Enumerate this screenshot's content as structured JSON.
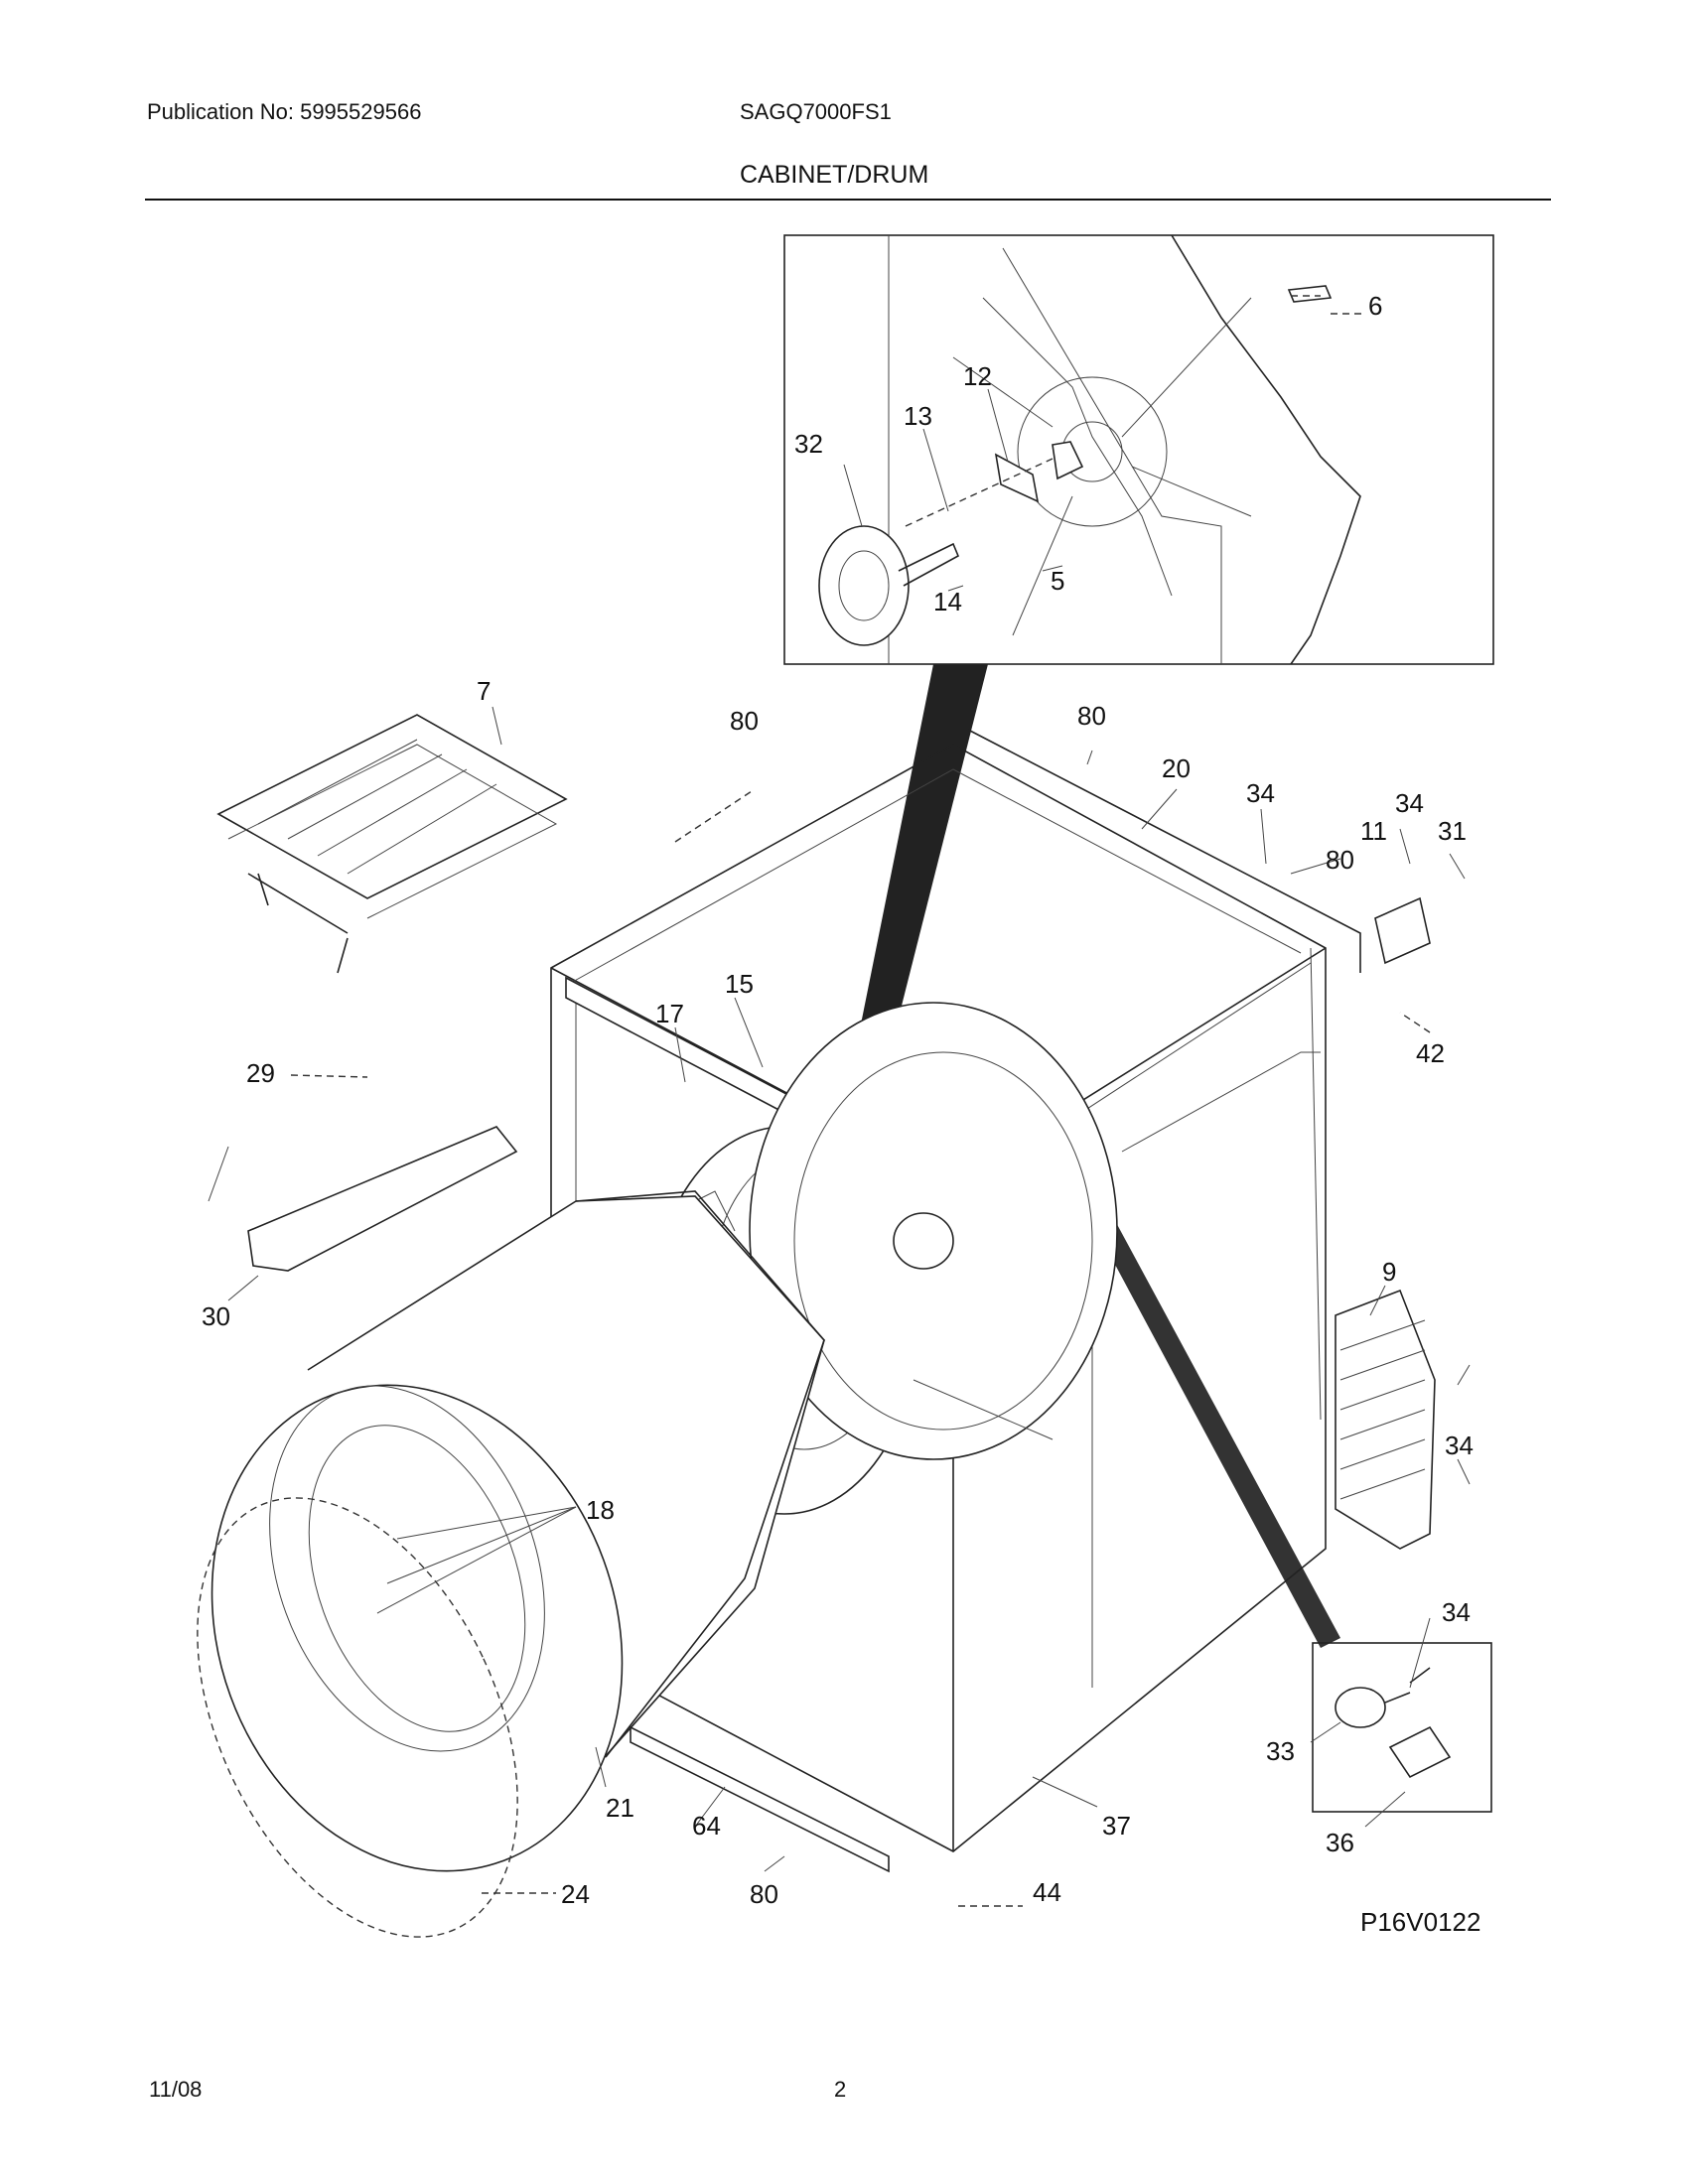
{
  "header": {
    "publication": "Publication No: 5995529566",
    "model": "SAGQ7000FS1",
    "section_title": "CABINET/DRUM"
  },
  "footer": {
    "date": "11/08",
    "page": "2"
  },
  "diagram": {
    "code": "P16V0122",
    "callouts": [
      "6",
      "12",
      "13",
      "32",
      "14",
      "5",
      "7",
      "80",
      "80",
      "20",
      "34",
      "34",
      "11",
      "31",
      "80",
      "15",
      "42",
      "29",
      "17",
      "9",
      "30",
      "34",
      "18",
      "34",
      "33",
      "21",
      "64",
      "37",
      "36",
      "24",
      "80",
      "44"
    ]
  }
}
